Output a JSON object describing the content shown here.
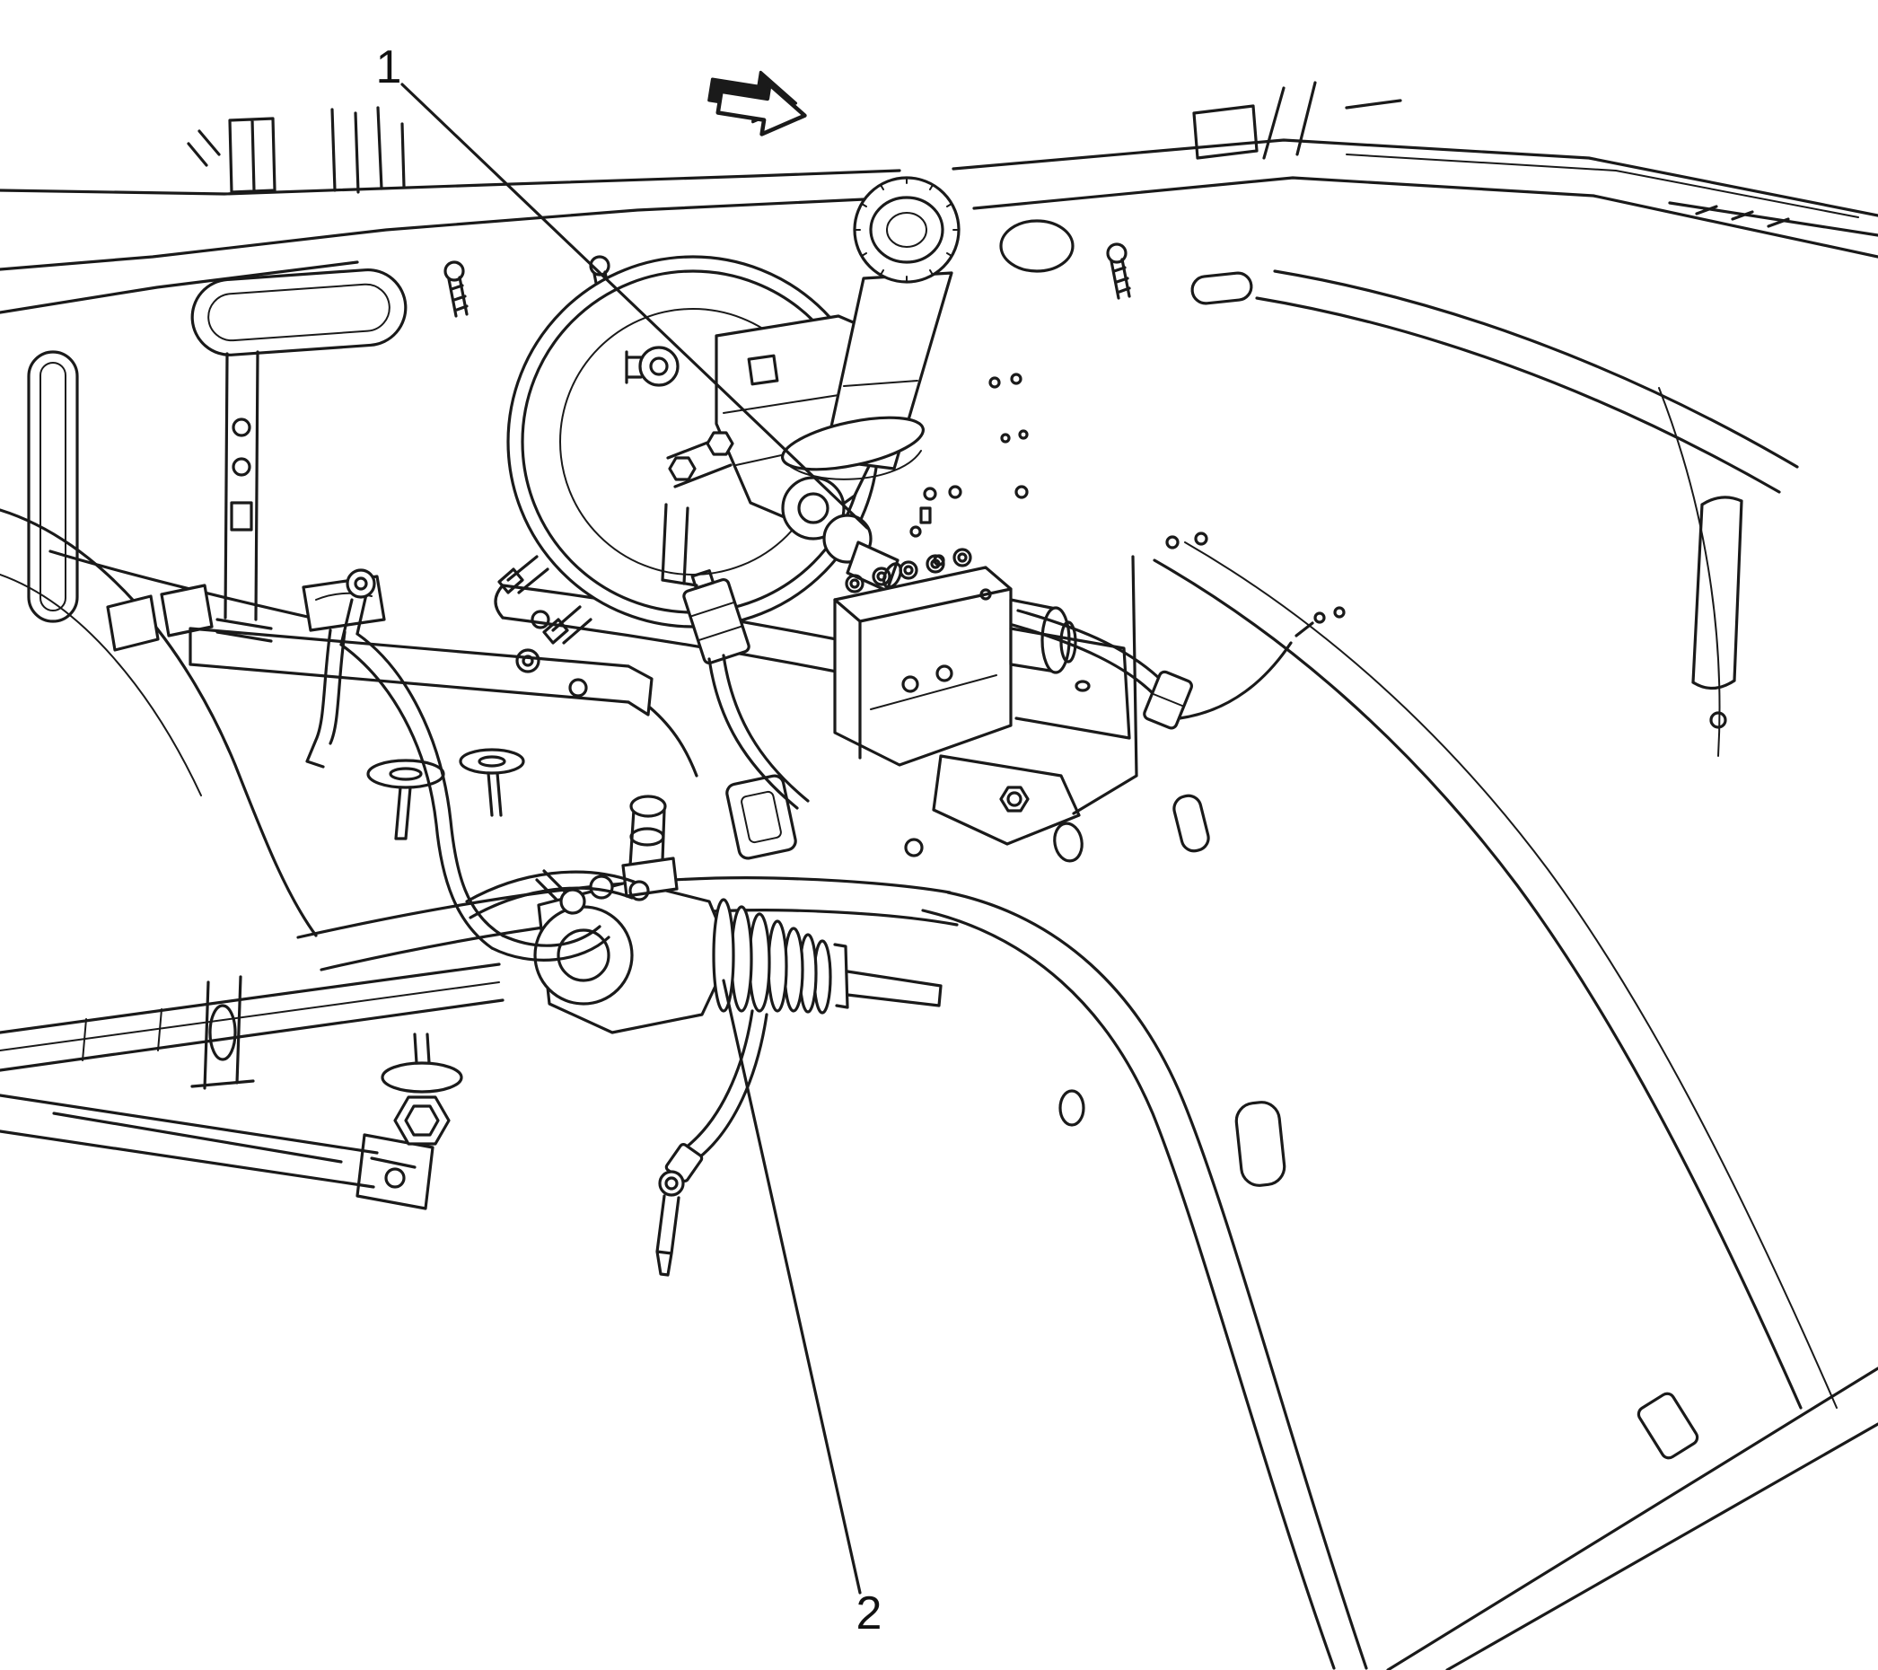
{
  "figure": {
    "type": "technical-line-illustration",
    "background_color": "#ffffff",
    "line_color": "#1a1a1a",
    "callouts": [
      {
        "label": "1"
      },
      {
        "label": "2"
      }
    ],
    "direction_arrow_icon": "front-of-vehicle-direction-arrow"
  }
}
